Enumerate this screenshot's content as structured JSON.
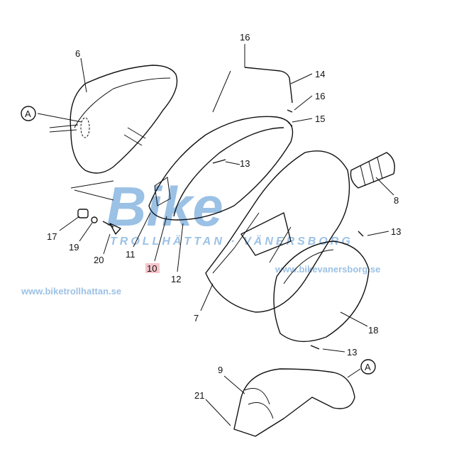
{
  "labels": {
    "p6": "6",
    "p16a": "16",
    "p14": "14",
    "p16b": "16",
    "p15": "15",
    "refA1": "A",
    "p13a": "13",
    "p8": "8",
    "p13b": "13",
    "p17": "17",
    "p19": "19",
    "p20": "20",
    "p11": "11",
    "p10": "10",
    "p12": "12",
    "p7": "7",
    "p18": "18",
    "p13c": "13",
    "refA2": "A",
    "p9": "9",
    "p21": "21"
  },
  "watermark": {
    "logo": "Bike",
    "tagline": "TROLLHÄTTAN · VÄNERSBORG",
    "url_left": "www.biketrollhattan.se",
    "url_right": "www.bikevanersborg.se"
  },
  "colors": {
    "highlight": "#f4c6cc",
    "watermark": "#4a8fd0"
  }
}
